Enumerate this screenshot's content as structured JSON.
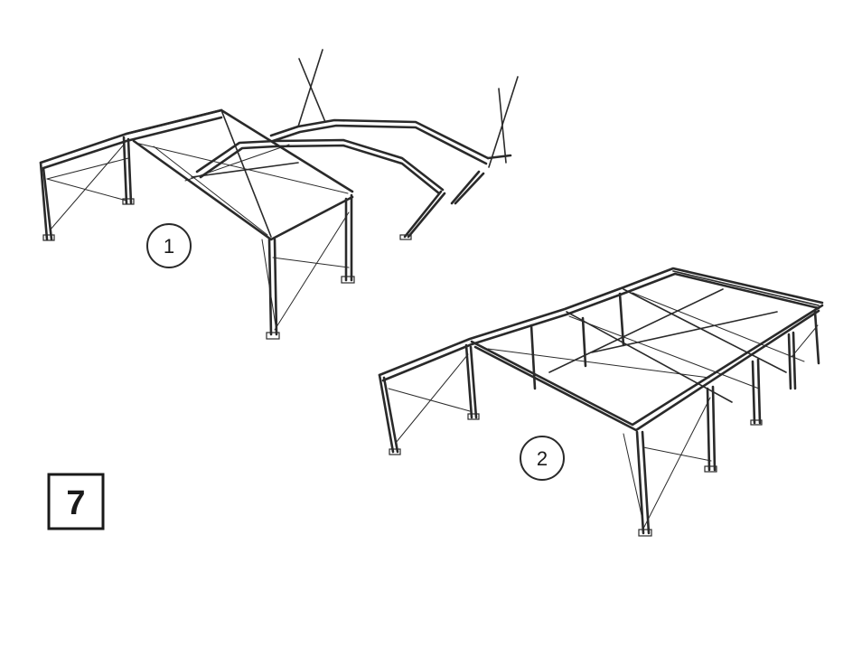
{
  "step": {
    "number": "7"
  },
  "callouts": [
    {
      "label": "1",
      "icon": "tent-frame-partial-assembly"
    },
    {
      "label": "2",
      "icon": "tent-frame-extended-assembly"
    }
  ],
  "colors": {
    "line": "#2a2a2a",
    "background": "#ffffff"
  }
}
